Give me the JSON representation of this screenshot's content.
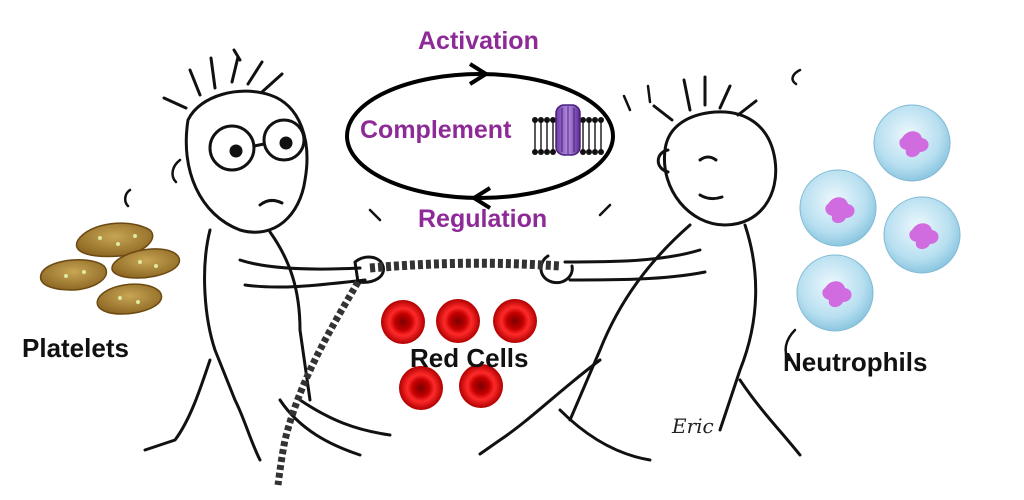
{
  "labels": {
    "activation": "Activation",
    "complement": "Complement",
    "regulation": "Regulation",
    "platelets": "Platelets",
    "red_cells": "Red Cells",
    "neutrophils": "Neutrophils",
    "signature": "Eric"
  },
  "colors": {
    "purple_text": "#8e2a97",
    "red_cell": "#e01010",
    "platelet": "#b58a3c",
    "neutrophil": "#bfe3f2",
    "nucleus": "#d06be0"
  }
}
